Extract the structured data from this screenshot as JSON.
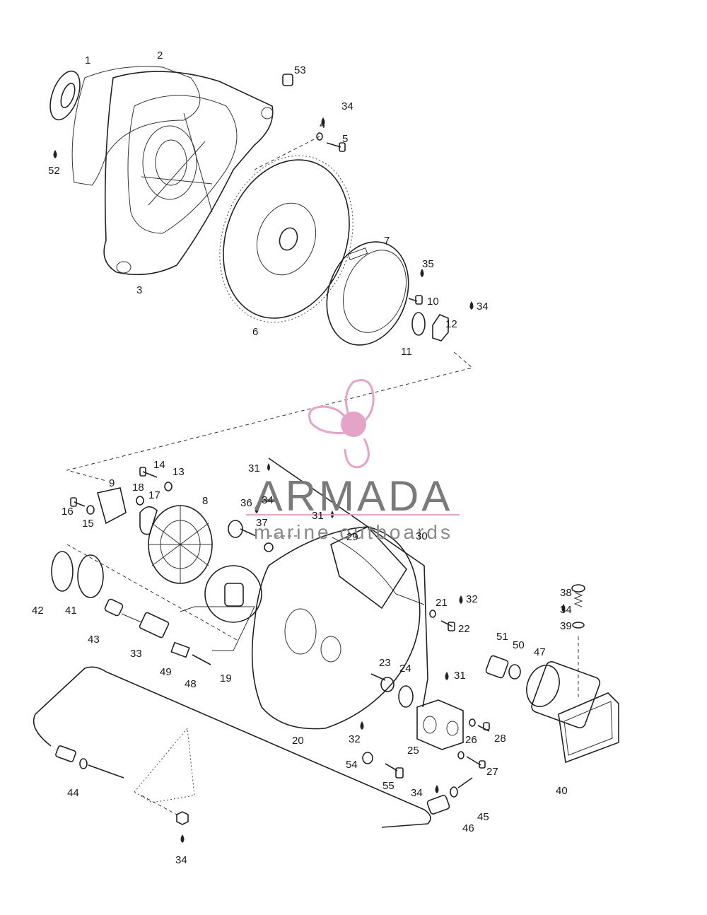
{
  "watermark": {
    "title": "ARMADA",
    "subtitle": "marine outboards",
    "logo_icon": "propeller-icon",
    "logo_color": "#e6a3c8",
    "text_color": "#7a7a7a"
  },
  "callouts": [
    "1",
    "2",
    "3",
    "4",
    "5",
    "6",
    "7",
    "8",
    "9",
    "10",
    "11",
    "12",
    "13",
    "14",
    "15",
    "16",
    "17",
    "18",
    "19",
    "20",
    "21",
    "22",
    "23",
    "24",
    "25",
    "26",
    "27",
    "28",
    "29",
    "30",
    "31",
    "31",
    "31",
    "32",
    "32",
    "33",
    "34",
    "34",
    "34",
    "34",
    "34",
    "34",
    "35",
    "36",
    "37",
    "38",
    "39",
    "40",
    "41",
    "42",
    "43",
    "44",
    "45",
    "46",
    "47",
    "48",
    "49",
    "50",
    "51",
    "52",
    "53",
    "54",
    "55"
  ]
}
